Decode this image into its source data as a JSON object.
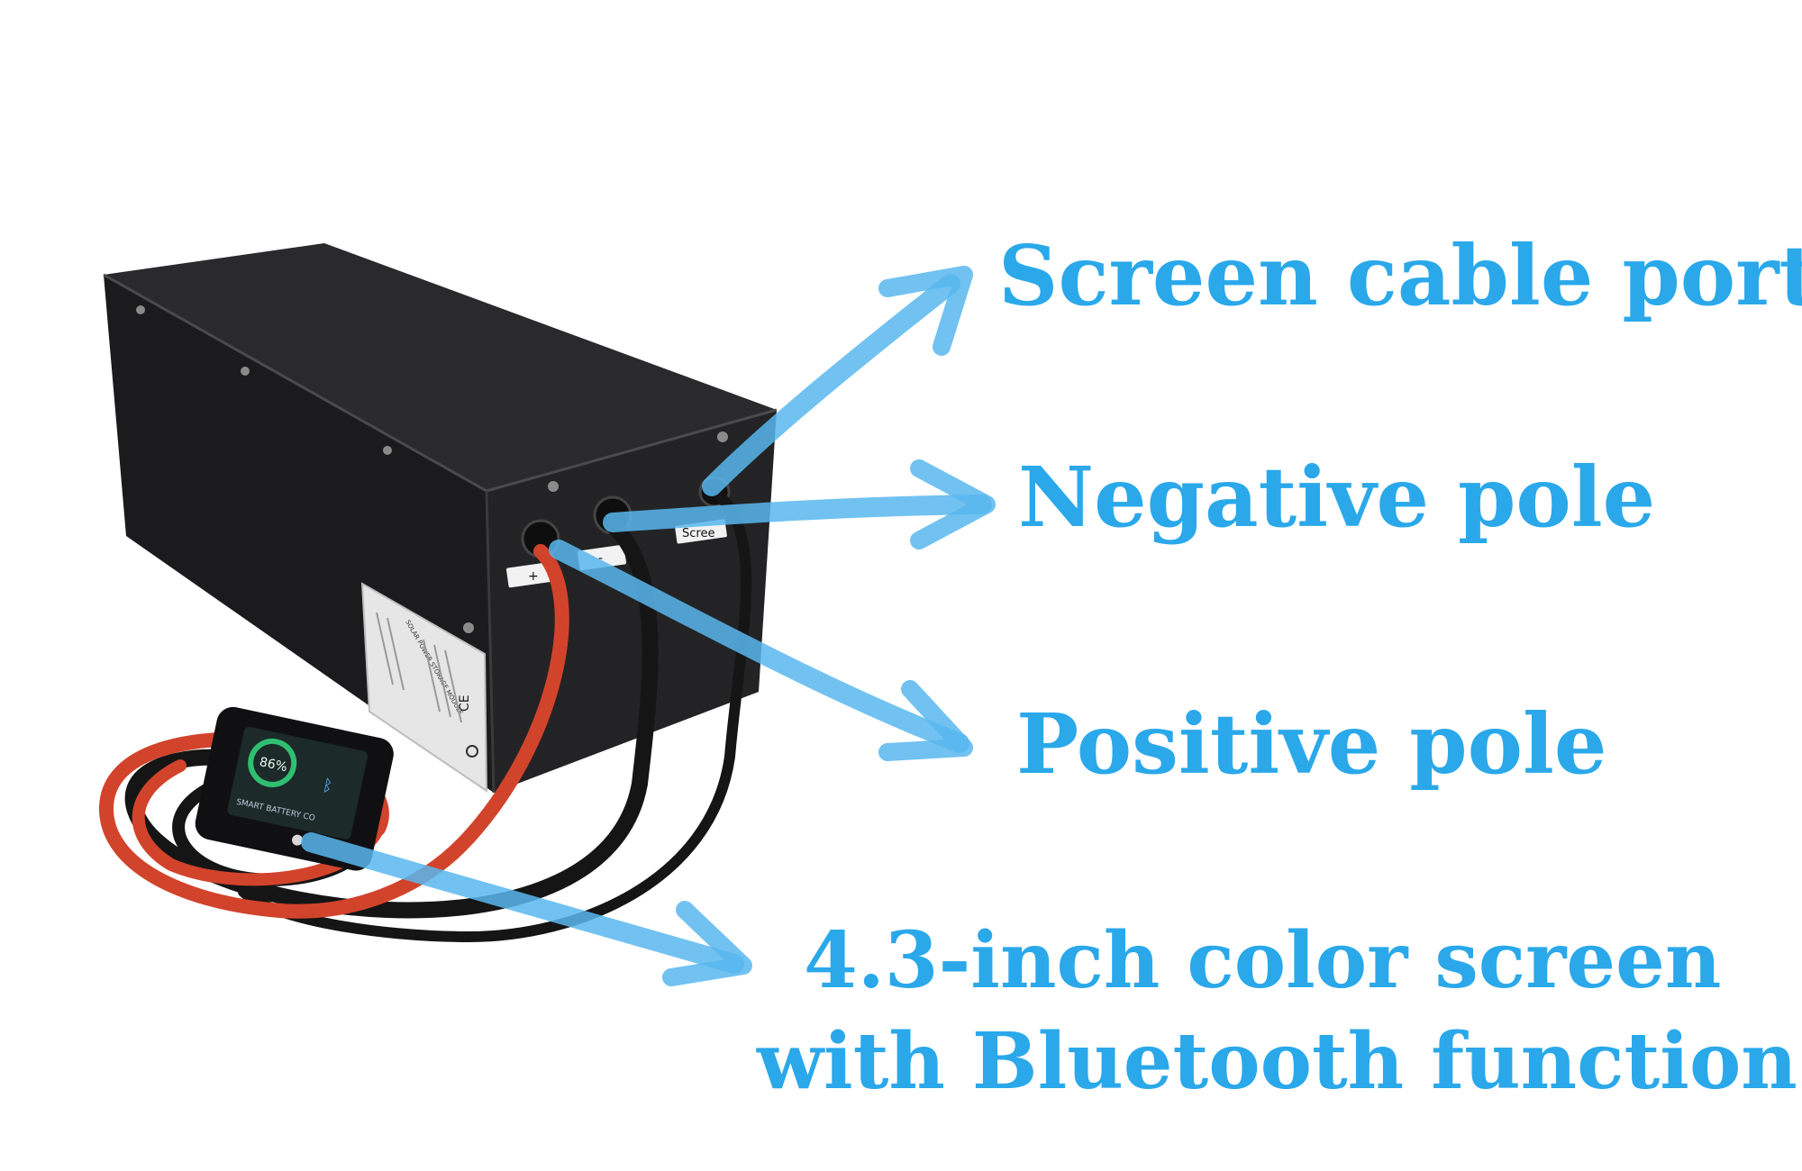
{
  "colors": {
    "callout_blue": "#2aa8ea",
    "arrow_blue": "#58b7ef",
    "battery_body": "#1d1d1f",
    "battery_top": "#2b2b2d",
    "red_cable": "#d2432b",
    "black_cable": "#151515",
    "screen_green": "#2fbf71",
    "background": "#ffffff"
  },
  "callouts": {
    "screen_port": "Screen cable port",
    "negative": "Negative pole",
    "positive": "Positive pole",
    "display_line1": "4.3-inch color screen",
    "display_line2": "with Bluetooth function"
  },
  "battery": {
    "side_label_title": "SOLAR POWER STORAGE MODULE",
    "positive_tag": "+",
    "negative_tag": "-",
    "port_tag": "Scree"
  },
  "display": {
    "percent": "86%",
    "brand": "SMART BATTERY CO"
  },
  "icons": {
    "ce_mark": "ce-mark-icon",
    "recycle": "recycle-icon",
    "bluetooth": "bluetooth-icon"
  }
}
